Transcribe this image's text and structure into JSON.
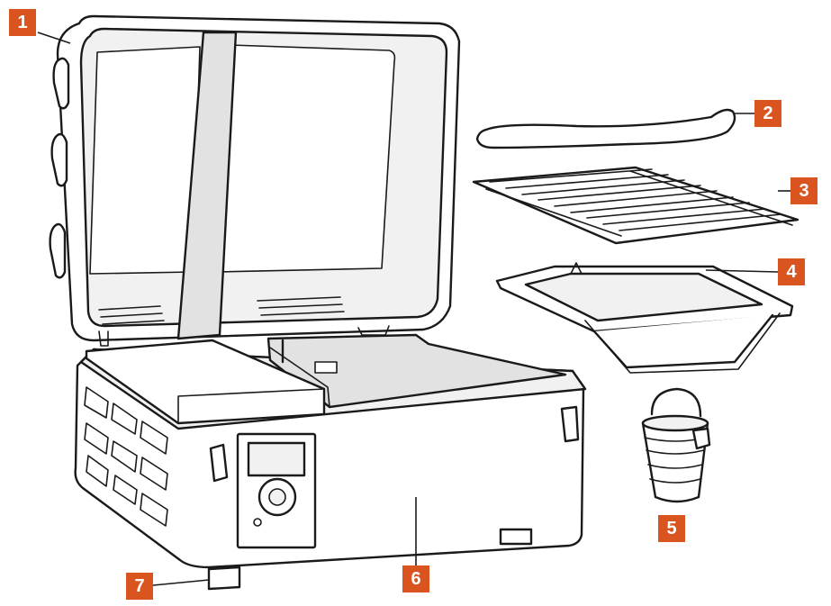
{
  "callouts": [
    {
      "id": "c1",
      "label": "1",
      "part": "lid"
    },
    {
      "id": "c2",
      "label": "2",
      "part": "gasket"
    },
    {
      "id": "c3",
      "label": "3",
      "part": "grill-grate"
    },
    {
      "id": "c4",
      "label": "4",
      "part": "grease-tray"
    },
    {
      "id": "c5",
      "label": "5",
      "part": "grease-bucket"
    },
    {
      "id": "c6",
      "label": "6",
      "part": "grill-body"
    },
    {
      "id": "c7",
      "label": "7",
      "part": "foot"
    }
  ],
  "colors": {
    "callout_bg": "#d9541e",
    "callout_text": "#ffffff",
    "line": "#1a1a1a",
    "background": "#ffffff"
  }
}
